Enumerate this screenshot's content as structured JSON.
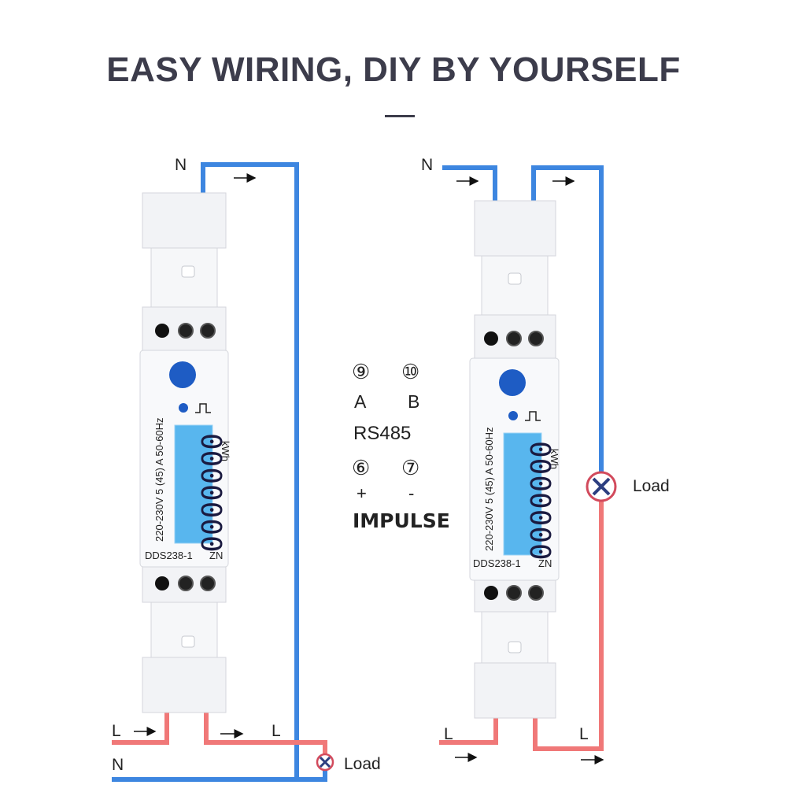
{
  "title": "EASY WIRING, DIY BY YOURSELF",
  "meter": {
    "model": "DDS238-1",
    "brand": "ZN",
    "spec": "220-230V 5 (45) A 50-60Hz",
    "reading": "0000000",
    "unit": "kWh",
    "pulse_symbol": "⎍"
  },
  "terminals": {
    "rs485_a_num": "⑨",
    "rs485_b_num": "⑩",
    "a_label": "A",
    "b_label": "B",
    "rs485_label": "RS485",
    "imp_plus_num": "⑥",
    "imp_minus_num": "⑦",
    "plus_label": "+",
    "minus_label": "-",
    "impulse_label": "IMPULSE"
  },
  "wiring": {
    "neutral_label": "N",
    "line_label": "L",
    "load_label": "Load"
  },
  "colors": {
    "neutral_wire": "#3d86e0",
    "line_wire": "#f07878",
    "meter_body": "#f2f3f6",
    "lcd": "#58b6ee",
    "button": "#1e5cc4",
    "title": "#3c3c4b"
  }
}
